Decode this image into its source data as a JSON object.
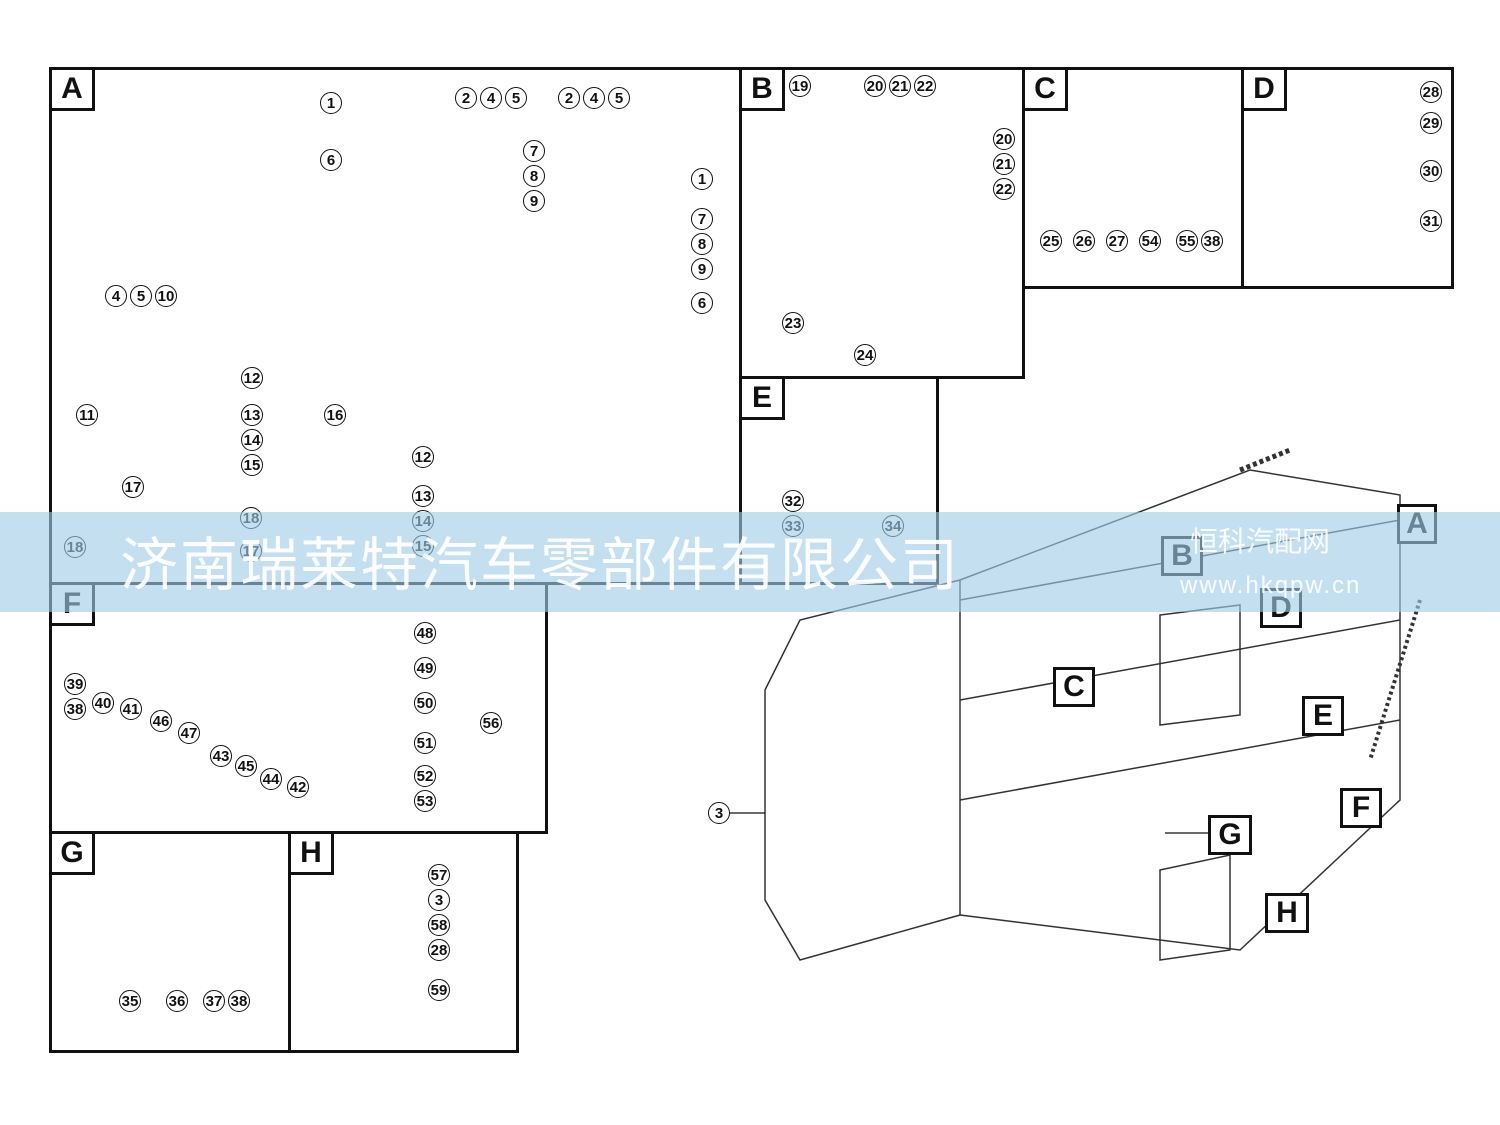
{
  "watermark": {
    "company": "济南瑞莱特汽车零部件有限公司",
    "site": "恒科汽配网",
    "url": "www.hkqpw.cn"
  },
  "panels": {
    "A": {
      "label": "A",
      "parts": [
        "1",
        "2",
        "4",
        "5",
        "6",
        "7",
        "8",
        "9",
        "1",
        "2",
        "4",
        "5",
        "7",
        "8",
        "9",
        "6",
        "4",
        "5",
        "10",
        "12",
        "11",
        "13",
        "14",
        "15",
        "16",
        "12",
        "17",
        "18",
        "18",
        "13",
        "14",
        "17",
        "15"
      ]
    },
    "B": {
      "label": "B",
      "parts": [
        "19",
        "20",
        "21",
        "22",
        "20",
        "21",
        "22",
        "23",
        "24"
      ]
    },
    "C": {
      "label": "C",
      "parts": [
        "25",
        "26",
        "27",
        "54",
        "55",
        "38"
      ]
    },
    "D": {
      "label": "D",
      "parts": [
        "28",
        "29",
        "30",
        "31"
      ]
    },
    "E": {
      "label": "E",
      "parts": [
        "32",
        "33",
        "34"
      ]
    },
    "F": {
      "label": "F",
      "parts": [
        "48",
        "49",
        "50",
        "51",
        "52",
        "53",
        "56",
        "39",
        "38",
        "40",
        "41",
        "46",
        "47",
        "43",
        "45",
        "44",
        "42"
      ]
    },
    "G": {
      "label": "G",
      "parts": [
        "35",
        "36",
        "37",
        "38"
      ]
    },
    "H": {
      "label": "H",
      "parts": [
        "57",
        "3",
        "58",
        "28",
        "59"
      ]
    }
  },
  "main_view": {
    "callouts": [
      "A",
      "B",
      "C",
      "D",
      "E",
      "F",
      "G",
      "H"
    ],
    "parts": [
      "3"
    ]
  },
  "colors": {
    "line": "#111111",
    "banner": "#a0cde6"
  }
}
